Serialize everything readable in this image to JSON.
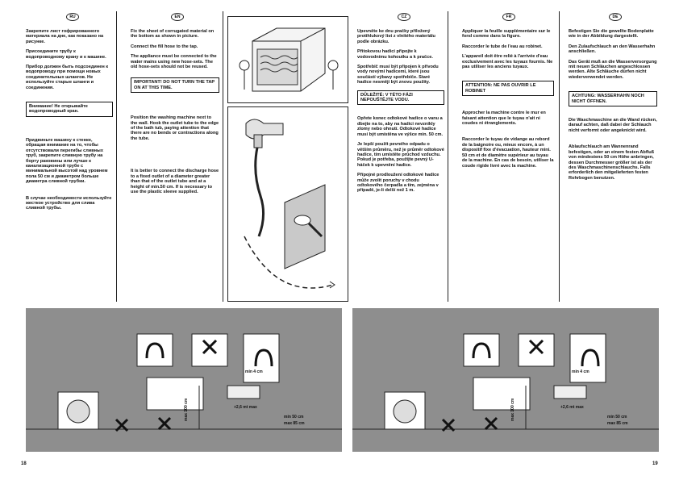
{
  "left": {
    "langs": [
      "RU",
      "EN"
    ],
    "ru": {
      "p1": "Закрепите лист гофрированного материала на дне, как показано на рисунке.",
      "p2": "Присоедините трубу к водопроводному крану и к машине.",
      "p3": "Прибор должен быть подсоединен к водопроводу при помощи новых соединительных шлангов. Не используйте старые шланги и соединения.",
      "warning": "Внимание! Не открывайте водопроводный кран.",
      "p4": "Придвиньте машину к стенке, обращая внимание на то, чтобы отсутствовали перегибы сливных труб, закрепите сливную трубу на борту раковины или лучше к канализационной трубе с минимальной высотой над уровнем пола 50 см и диаметром больше диаметра сливной трубки.",
      "p5": "В случае необходимости используйте жесткое устройство для слива сливной трубы."
    },
    "en": {
      "p1": "Fix the sheet of corrugated material on the bottom as shown in picture.",
      "p2": "Connect the fill hose to the tap.",
      "p3": "The appliance must be connected to the water mains using new hose-sets. The old hose-sets should not be reused.",
      "warning": "IMPORTANT! DO NOT TURN THE TAP ON AT THIS TIME.",
      "p4": "Position the washing machine next to the wall. Hook the outlet tube to the edge of the bath tub, paying attention that there are no bends or contractions along the tube.",
      "p5": "It is better to connect the discharge hose to a fixed outlet of a diameter greater than that of the outlet tube and at a height of min.50 cm. If is necessary to use the plastic sleeve supplied."
    },
    "page_number": "18"
  },
  "right": {
    "langs": [
      "CZ",
      "FR",
      "DE"
    ],
    "cz": {
      "p1": "Upevněte ke dnu pračky přiložený protihlukový list z vlnitého materiálu podle obrázku.",
      "p2": "Přitokovou hadici připojte k vodovodnímu kohoutku a k pračce.",
      "p3": "Spotřebič musí být připojen k přívodu vody novými hadicemi, které jsou součástí výbavy spotřebiče. Staré hadice nesmějí být znovu použity.",
      "warning": "DŮLEŽITÉ: V TÉTO FÁZI NEPOUŠTĚJTE VODU.",
      "p4": "Opřete konec odtokové hadice o vanu a dbejte na to, aby na hadici nevznikly zlomy nebo ohnutí. Odtokové hadice musí být umístěna ve výšce min. 50 cm.",
      "p5": "Je lepší použít pevného odpadu o větším průměru, než je průměr odtokové hadice, tím umístěte průchod vzduchu. Pokud je potřeba, použijte pevný U-háček k upevnění hadice.",
      "p6": "Přípojné prodloužení odtokové hadice může zvolit poruchy v chodu odtokového čerpadla a tím, zejména v případě, je-li delší než 1 m."
    },
    "fr": {
      "p1": "Appliquer la feuille supplémentaire sur le fond comme dans la figure.",
      "p2": "Raccorder le tube de l'eau au robinet.",
      "p3": "L'appareil doit être relié à l'arrivée d'eau exclusivement avec les tuyaux fournis. Ne pas utiliser les anciens tuyaux.",
      "warning": "ATTENTION: NE PAS OUVRIR LE ROBINET",
      "p4": "Approcher la machine contre le mur en faisant attention que le tuyau n'ait ni coudes ni étranglements.",
      "p5": "Raccorder le tuyau de vidange au rebord de la baignoire ou, mieux encore, à un dispositif fixe d'évacuation, hauteur mini. 50 cm et de diamètre supérieur au tuyau de la machine. En cas de besoin, utiliser la coude rigide livré avec la machine."
    },
    "de": {
      "p1": "Befestigen Sie die gewellte Bodenplatte wie in der Abbildung dargestellt.",
      "p2": "Den Zulaufschlauch an den Wasserhahn anschließen.",
      "p3": "Das Gerät muß an die Wasserversorgung mit neuen Schläuchen angeschlossen werden. Alte Schläuche dürfen nicht wiederverwendet werden.",
      "warning": "ACHTUNG: WASSERHAHN NOCH NICHT ÖFFNEN.",
      "p4": "Die Waschmaschine an die Wand rücken, darauf achten, daß dabei der Schlauch nicht verformt oder angeknickt wird.",
      "p5": "Ablaufschlauch am Wannenrand befestigen, oder an einem festen Abfluß von mindestens 50 cm Höhe anbringen, dessen Durchmesser größer ist als der des Waschmaschinenschlauchs. Falls erforderlich den mitgelieferten festen Rohrbogen benutzen."
    },
    "page_number": "19"
  },
  "diagram_labels": {
    "min4": "min 4 cm",
    "max100": "max 100 cm",
    "plus26": "+2,6 mt max",
    "min50": "min 50 cm",
    "max85": "max 85 cm"
  },
  "colors": {
    "panel": "#8e8e8e",
    "ink": "#111111"
  }
}
